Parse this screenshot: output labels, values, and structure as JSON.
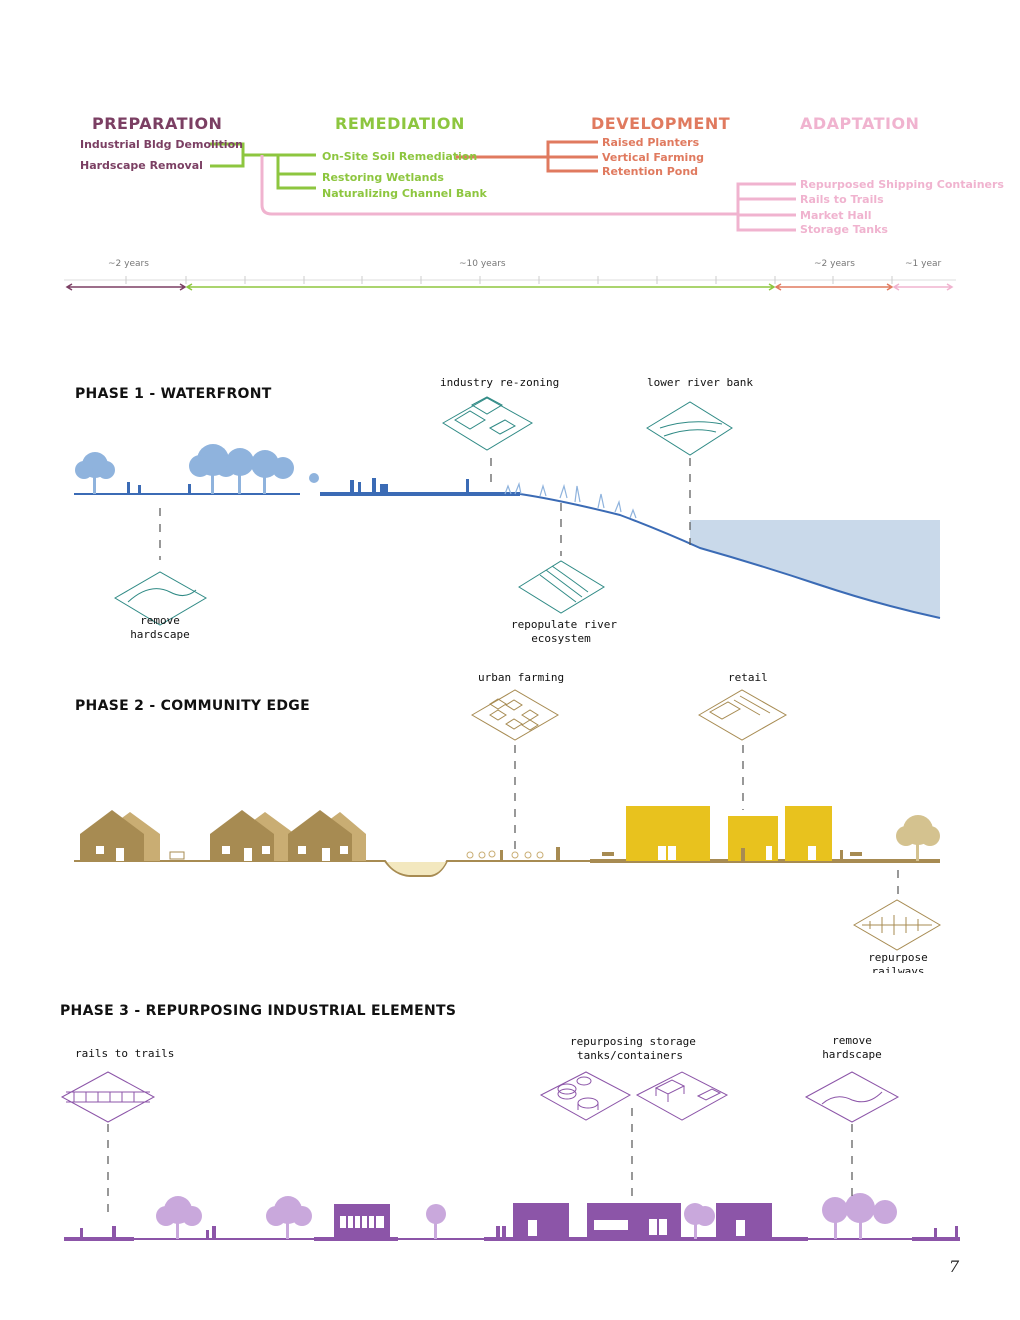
{
  "colors": {
    "preparation": "#7b3f63",
    "remediation": "#8dc63f",
    "development": "#e07a5f",
    "adaptation": "#f0b3cf",
    "phase1": "#3b6bb5",
    "phase1_tree": "#8fb3dd",
    "water": "#c9d9ea",
    "phase2_house": "#a78b52",
    "phase2_block": "#e8c21e",
    "phase3": "#8c55a8",
    "phase3_tree": "#c9a8dc"
  },
  "timeline": {
    "phases": [
      {
        "title": "PREPARATION",
        "items": [
          "Industrial Bldg Demolition",
          "Hardscape Removal"
        ],
        "duration": "~2 years"
      },
      {
        "title": "REMEDIATION",
        "items": [
          "On-Site Soil Remediation",
          "Restoring Wetlands",
          "Naturalizing Channel Bank"
        ],
        "duration": "~10 years"
      },
      {
        "title": "DEVELOPMENT",
        "items": [
          "Raised Planters",
          "Vertical Farming",
          "Retention Pond"
        ],
        "duration": "~2 years"
      },
      {
        "title": "ADAPTATION",
        "items": [
          "Repurposed Shipping Containers",
          "Rails to Trails",
          "Market Hall",
          "Storage Tanks"
        ],
        "duration": "~1 year"
      }
    ]
  },
  "phase1": {
    "title": "PHASE 1 - WATERFRONT",
    "callouts": {
      "rezoning": "industry re-zoning",
      "riverbank": "lower river bank",
      "remove_line1": "remove",
      "remove_line2": "hardscape",
      "repop_line1": "repopulate river",
      "repop_line2": "ecosystem"
    }
  },
  "phase2": {
    "title": "PHASE 2 - COMMUNITY EDGE",
    "callouts": {
      "farming": "urban farming",
      "retail": "retail",
      "rail_line1": "repurpose",
      "rail_line2": "railways"
    }
  },
  "phase3": {
    "title": "PHASE 3 - REPURPOSING INDUSTRIAL ELEMENTS",
    "callouts": {
      "trails": "rails to trails",
      "tanks_line1": "repurposing storage",
      "tanks_line2": "tanks/containers",
      "remove_line1": "remove",
      "remove_line2": "hardscape"
    }
  },
  "page_number": "7"
}
